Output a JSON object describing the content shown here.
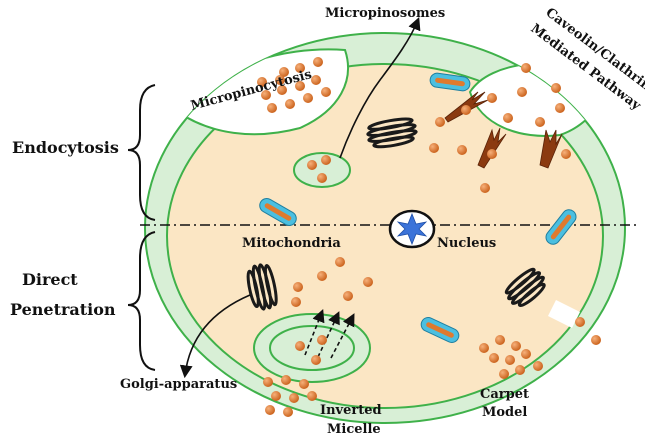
{
  "labels": {
    "endocytosis": "Endocytosis",
    "direct_1": "Direct",
    "direct_2": "Penetration",
    "micropinocytosis": "Micropinocytosis",
    "micropinosomes": "Micropinosomes",
    "caveolin_1": "Caveolin/Clathrin",
    "caveolin_2": "Mediated Pathway",
    "mitochondria": "Mitochondria",
    "nucleus": "Nucleus",
    "golgi": "Golgi-apparatus",
    "inverted_1": "Inverted",
    "inverted_2": "Micelle",
    "carpet_1": "Carpet",
    "carpet_2": "Model"
  },
  "colors": {
    "cytoplasm": "#fbe6c4",
    "membrane": "#d8efd6",
    "membrane_edge": "#3fb14a",
    "nanoparticle": "#e07a2e",
    "mitochondria_outer": "#4bbfe0",
    "mitochondria_inner": "#e07a2e",
    "nucleus_star": "#3b73d9",
    "golgi": "#1a1a1a",
    "clathrin_spike": "#8b3a10"
  }
}
